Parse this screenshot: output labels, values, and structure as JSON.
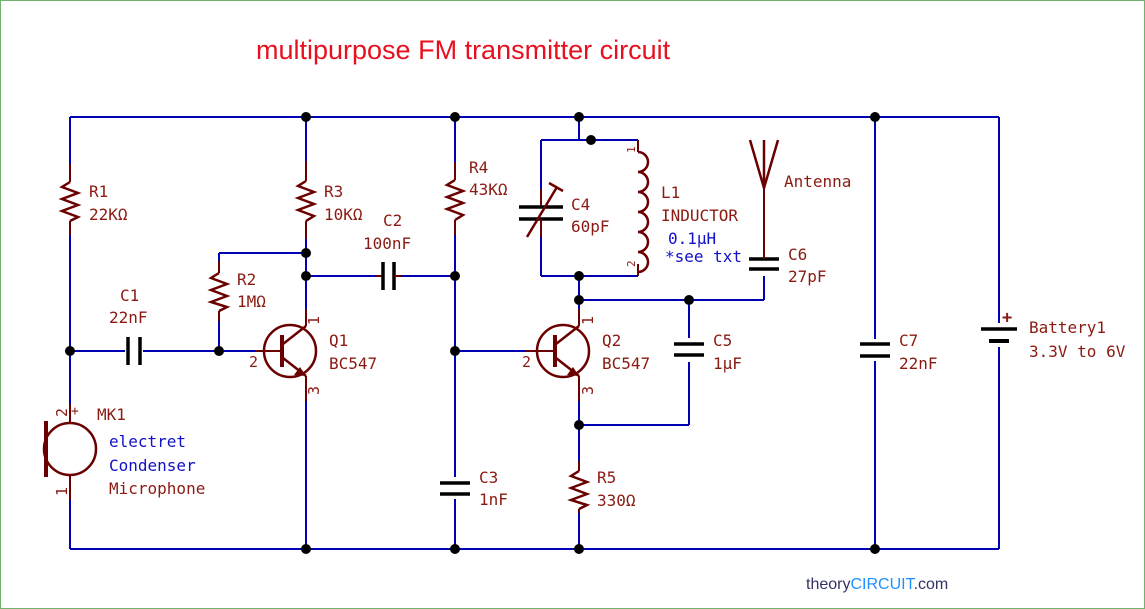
{
  "title": "multipurpose FM transmitter circuit",
  "watermark": {
    "prefix": "theory",
    "highlight": "CIRCUIT",
    "suffix": ".com"
  },
  "components": {
    "R1": {
      "ref": "R1",
      "value": "22KΩ"
    },
    "R2": {
      "ref": "R2",
      "value": "1MΩ"
    },
    "R3": {
      "ref": "R3",
      "value": "10KΩ"
    },
    "R4": {
      "ref": "R4",
      "value": "43KΩ"
    },
    "R5": {
      "ref": "R5",
      "value": "330Ω"
    },
    "C1": {
      "ref": "C1",
      "value": "22nF"
    },
    "C2": {
      "ref": "C2",
      "value": "100nF"
    },
    "C3": {
      "ref": "C3",
      "value": "1nF"
    },
    "C4": {
      "ref": "C4",
      "value": "60pF"
    },
    "C5": {
      "ref": "C5",
      "value": "1µF"
    },
    "C6": {
      "ref": "C6",
      "value": "27pF"
    },
    "C7": {
      "ref": "C7",
      "value": "22nF"
    },
    "Q1": {
      "ref": "Q1",
      "value": "BC547"
    },
    "Q2": {
      "ref": "Q2",
      "value": "BC547"
    },
    "L1": {
      "ref": "L1",
      "value": "INDUCTOR",
      "inductance": "0.1µH",
      "note": "*see txt"
    },
    "MK1": {
      "ref": "MK1",
      "line1": "electret",
      "line2": "Condenser",
      "line3": "Microphone"
    },
    "Battery1": {
      "ref": "Battery1",
      "value": "3.3V to 6V"
    },
    "Antenna": {
      "label": "Antenna"
    }
  },
  "pins": {
    "p1": "1",
    "p2": "2",
    "p3": "3",
    "plus": "+"
  },
  "colors": {
    "title": "#e8101e",
    "wire": "#0000b4",
    "component": "#6b0000",
    "label": "#8a1a12",
    "note": "#1010c8",
    "watermark_text": "#333366",
    "watermark_highlight": "#1e90ff",
    "frame": "#6fb36f"
  }
}
